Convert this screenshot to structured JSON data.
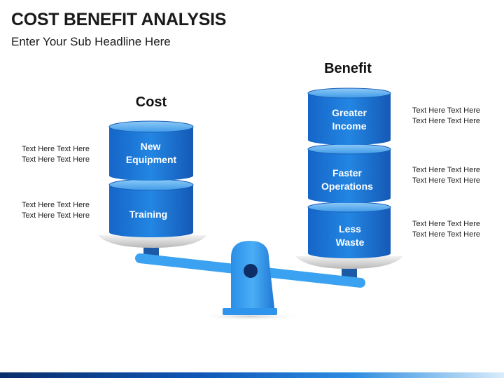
{
  "header": {
    "title": "COST BENEFIT ANALYSIS",
    "subtitle": "Enter Your Sub Headline Here"
  },
  "cost": {
    "heading": "Cost",
    "blocks": [
      {
        "line1": "New",
        "line2": "Equipment"
      },
      {
        "line1": "Training",
        "line2": ""
      }
    ],
    "notes": [
      {
        "line1": "Text Here Text Here",
        "line2": "Text Here Text Here"
      },
      {
        "line1": "Text Here Text Here",
        "line2": "Text Here Text Here"
      }
    ]
  },
  "benefit": {
    "heading": "Benefit",
    "blocks": [
      {
        "line1": "Greater",
        "line2": "Income"
      },
      {
        "line1": "Faster",
        "line2": "Operations"
      },
      {
        "line1": "Less",
        "line2": "Waste"
      }
    ],
    "notes": [
      {
        "line1": "Text Here Text Here",
        "line2": "Text Here Text Here"
      },
      {
        "line1": "Text Here Text Here",
        "line2": "Text Here Text Here"
      },
      {
        "line1": "Text Here Text Here",
        "line2": "Text Here Text Here"
      }
    ]
  },
  "colors": {
    "cylinder_body": "#1f78d6",
    "cylinder_top": "#5fb0f2",
    "beam": "#3aa2f0",
    "fulcrum": "#2f95ec",
    "pan": "#c9c9c9",
    "footer": "#0f58b8"
  },
  "icons": {
    "pivot": "pivot-hole-icon"
  }
}
